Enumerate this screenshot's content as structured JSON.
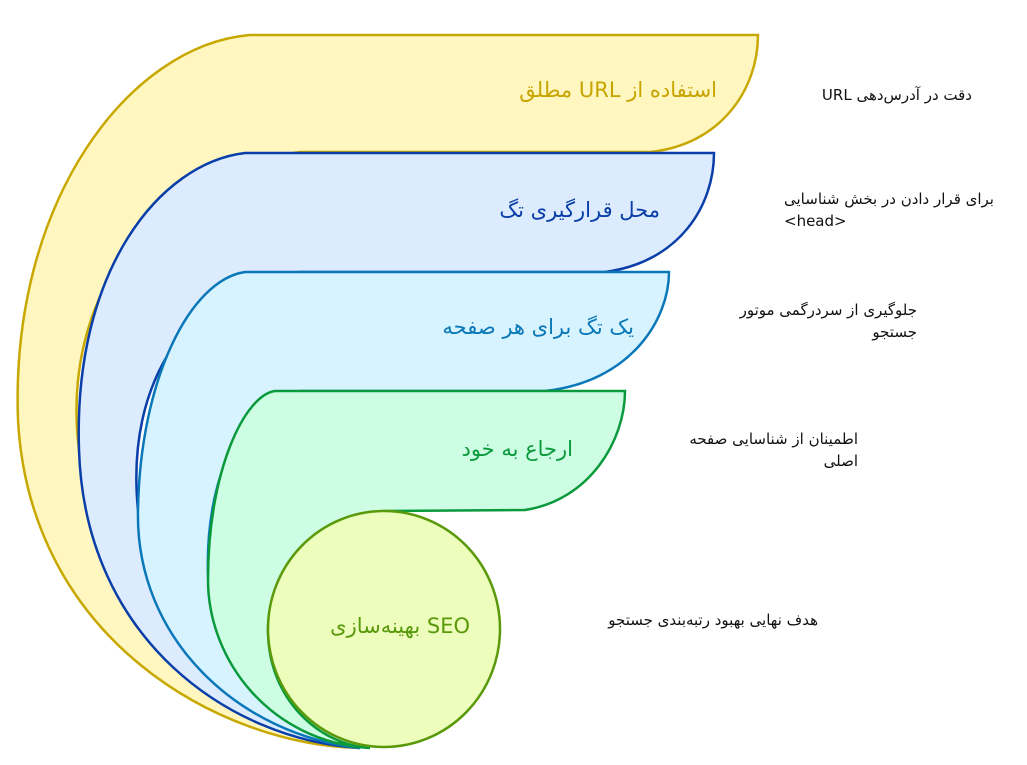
{
  "layers": [
    {
      "id": "absolute-url",
      "label": "استفاده از URL مطلق",
      "note": "دقت در آدرس‌دهی URL",
      "fill": "#fff7bf",
      "stroke": "#c8a800",
      "text_color": "#c8a400"
    },
    {
      "id": "tag-placement",
      "label": "محل قرارگیری تگ",
      "note_line1": "برای قرار دادن در بخش شناسایی",
      "note_line2": "<head>",
      "fill": "#dcebfd",
      "stroke": "#0a3ea8",
      "text_color": "#0a3ea8"
    },
    {
      "id": "one-tag-per-page",
      "label": "یک تگ برای هر صفحه",
      "note_line1": "جلوگیری از سردرگمی موتور",
      "note_line2": "جستجو",
      "fill": "#d6f3ff",
      "stroke": "#0a78b8",
      "text_color": "#0a78b8"
    },
    {
      "id": "self-reference",
      "label": "ارجاع به خود",
      "note_line1": "اطمینان از شناسایی صفحه",
      "note_line2": "اصلی",
      "fill": "#cdfde3",
      "stroke": "#0a9a3c",
      "text_color": "#0a9a3c"
    },
    {
      "id": "seo-optimization",
      "label": "SEO بهینه‌سازی",
      "note": "هدف نهایی بهبود رتبه‌بندی جستجو",
      "fill": "#ecfdbc",
      "stroke": "#5a9a0a",
      "text_color": "#5a9a0a"
    }
  ]
}
